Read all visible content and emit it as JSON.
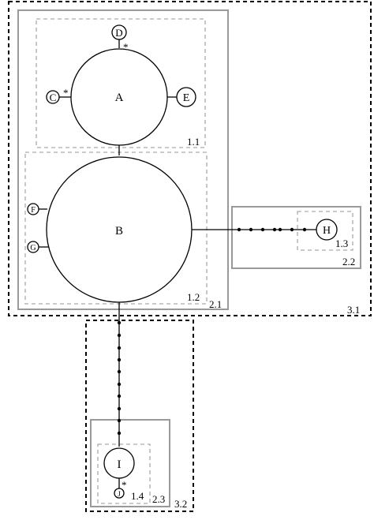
{
  "colors": {
    "stroke": "#000000",
    "box_solid": "#999999",
    "box_dashed_inner": "#aaaaaa",
    "box_dashed_outer": "#000000",
    "background": "#ffffff"
  },
  "nodes": {
    "A": "A",
    "B": "B",
    "C": "C",
    "D": "D",
    "E": "E",
    "F": "F",
    "G": "G",
    "H": "H",
    "I": "I",
    "J": "J"
  },
  "markers": {
    "D": "*",
    "C": "*",
    "J": "*"
  },
  "groups": {
    "g1_1": "1.1",
    "g1_2": "1.2",
    "g1_3": "1.3",
    "g1_4": "1.4",
    "g2_1": "2.1",
    "g2_2": "2.2",
    "g2_3": "2.3",
    "g3_1": "3.1",
    "g3_2": "3.2"
  }
}
